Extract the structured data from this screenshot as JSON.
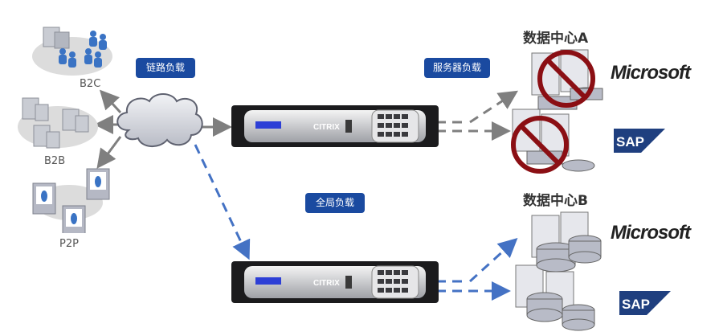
{
  "labels": {
    "link_lb": "链路负载",
    "server_lb": "服务器负载",
    "global_lb": "全局负载"
  },
  "groups": [
    {
      "id": "b2c",
      "label": "B2C"
    },
    {
      "id": "b2b",
      "label": "B2B"
    },
    {
      "id": "p2p",
      "label": "P2P"
    }
  ],
  "devices": [
    {
      "id": "adc-primary",
      "brand": "CITRIX"
    },
    {
      "id": "adc-secondary",
      "brand": "CITRIX"
    }
  ],
  "datacenters": [
    {
      "id": "dc-a",
      "title": "数据中心A",
      "status": "unavailable",
      "vendors": [
        "Microsoft",
        "SAP"
      ]
    },
    {
      "id": "dc-b",
      "title": "数据中心B",
      "status": "available",
      "vendors": [
        "Microsoft",
        "SAP"
      ]
    }
  ],
  "colors": {
    "tag_bg": "#1a4aa0",
    "gray_arrow": "#7f7f7f",
    "blue_arrow": "#4472c4",
    "prohibit_red": "#8b0f14",
    "sap_blue": "#1f3f7f"
  },
  "icons": {
    "cloud": "cloud-icon",
    "server": "server-icon",
    "user": "user-icon",
    "database": "database-icon",
    "prohibited": "prohibited-icon"
  }
}
